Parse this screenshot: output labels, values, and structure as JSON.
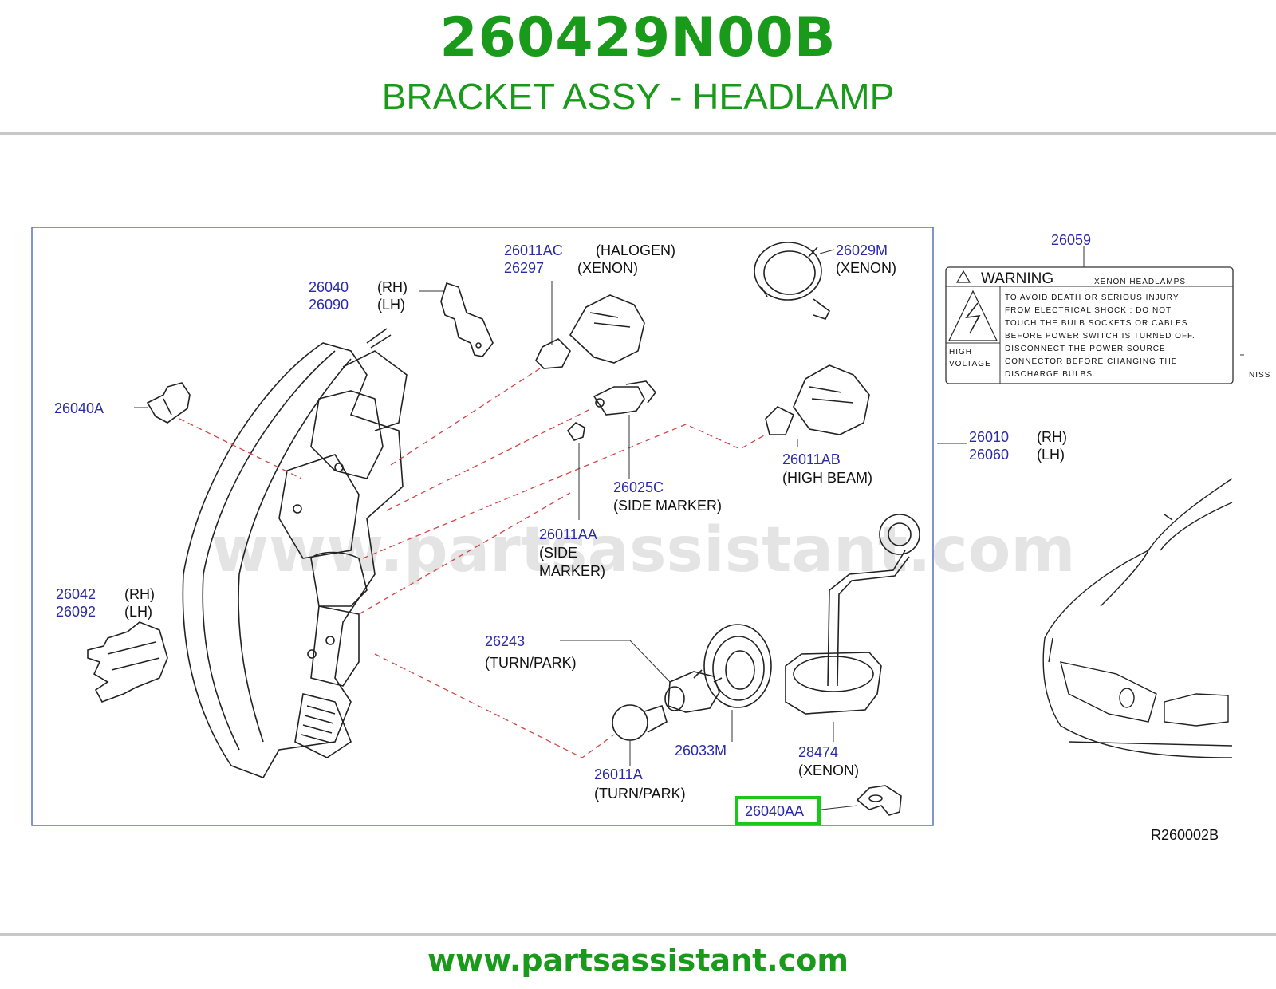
{
  "header": {
    "part_number": "260429N00B",
    "title": "BRACKET ASSY - HEADLAMP"
  },
  "footer": {
    "url": "www.partsassistant.com"
  },
  "watermark": "www.partsassistant.com",
  "diagram_code": "R260002B",
  "highlight_color": "#19c919",
  "parts": {
    "p26011AC": {
      "num": "26011AC",
      "note": "(HALOGEN)"
    },
    "p26297": {
      "num": "26297",
      "note": "(XENON)"
    },
    "p26029M": {
      "num": "26029M",
      "note": "(XENON)"
    },
    "p26059": {
      "num": "26059"
    },
    "p26040": {
      "num": "26040",
      "note": "(RH)"
    },
    "p26090": {
      "num": "26090",
      "note": "(LH)"
    },
    "p26040A": {
      "num": "26040A"
    },
    "p26010": {
      "num": "26010",
      "note": "(RH)"
    },
    "p26060": {
      "num": "26060",
      "note": "(LH)"
    },
    "p26011AB": {
      "num": "26011AB",
      "note": "(HIGH   BEAM)"
    },
    "p26025C": {
      "num": "26025C",
      "note": "(SIDE   MARKER)"
    },
    "p26011AA": {
      "num": "26011AA",
      "note1": "(SIDE",
      "note2": "MARKER)"
    },
    "p26042": {
      "num": "26042",
      "note": "(RH)"
    },
    "p26092": {
      "num": "26092",
      "note": "(LH)"
    },
    "p26243": {
      "num": "26243",
      "note": "(TURN/PARK)"
    },
    "p26033M": {
      "num": "26033M"
    },
    "p28474": {
      "num": "28474",
      "note": "(XENON)"
    },
    "p26011A": {
      "num": "26011A",
      "note": "(TURN/PARK)"
    },
    "p26040AA": {
      "num": "26040AA"
    }
  },
  "warning_label": {
    "title": "WARNING",
    "subtitle": "XENON   HEADLAMPS",
    "lines": [
      "TO   AVOID   DEATH   OR   SERIOUS   INJURY",
      "FROM   ELECTRICAL   SHOCK   :   DO   NOT",
      "TOUCH   THE   BULB   SOCKETS   OR   CABLES",
      "BEFORE   POWER   SWITCH   IS   TURNED   OFF.",
      "DISCONNECT   THE   POWER   SOURCE",
      "CONNECTOR   BEFORE   CHANGING   THE",
      "DISCHARGE   BULBS."
    ],
    "hv_line1": "HIGH",
    "hv_line2": "VOLTAGE",
    "brand_fragment": "NISS"
  }
}
